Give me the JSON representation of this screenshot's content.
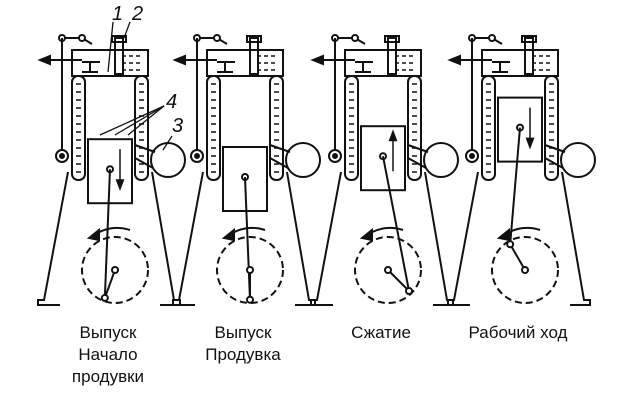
{
  "title_parts": {
    "n1": "1",
    "n2": "2",
    "n3": "3",
    "n4": "4"
  },
  "stages": [
    {
      "label_lines": [
        "Выпуск",
        "Начало",
        "продувки"
      ],
      "piston_position": 0.85,
      "crank_angle_deg": 200,
      "piston_arrow": "down"
    },
    {
      "label_lines": [
        "Выпуск",
        "Продувка"
      ],
      "piston_position": 1.0,
      "crank_angle_deg": 180,
      "piston_arrow": "none"
    },
    {
      "label_lines": [
        "Сжатие"
      ],
      "piston_position": 0.6,
      "crank_angle_deg": 135,
      "piston_arrow": "up"
    },
    {
      "label_lines": [
        "Рабочий ход"
      ],
      "piston_position": 0.05,
      "crank_angle_deg": 330,
      "piston_arrow": "down"
    }
  ],
  "colors": {
    "ink": "#111111",
    "background": "#ffffff"
  }
}
